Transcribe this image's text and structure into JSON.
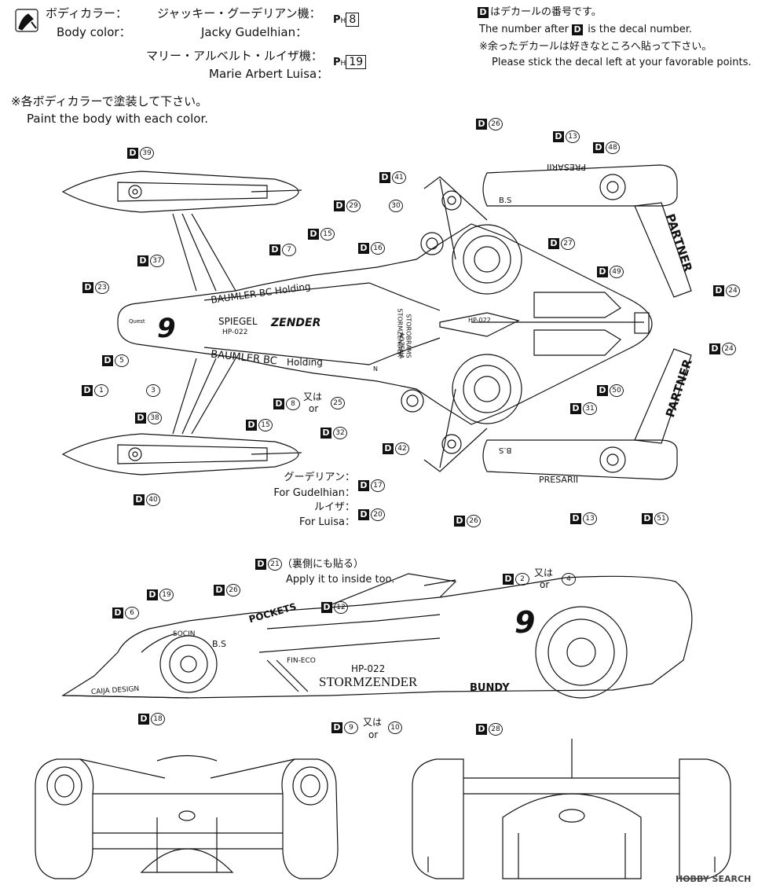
{
  "header": {
    "body_color_jp": "ボディカラー：",
    "body_color_en": "Body color：",
    "car1_jp": "ジャッキー・グーデリアン機：",
    "car1_en": "Jacky Gudelhian：",
    "car2_jp": "マリー・アルベルト・ルイザ機：",
    "car2_en": "Marie Arbert Luisa：",
    "ph_prefix": "P",
    "ph_sub": "H",
    "car1_color": "8",
    "car2_color": "19",
    "paint_note_jp": "※各ボディカラーで塗装して下さい。",
    "paint_note_en": "Paint the body with each color."
  },
  "legend": {
    "d_letter": "D",
    "line1_jp": "はデカールの番号です。",
    "line1_en_a": "The number after",
    "line1_en_b": "is the decal number.",
    "line2_jp": "※余ったデカールは好きなところへ貼って下さい。",
    "line2_en": "Please stick the decal left at your favorable points."
  },
  "car_text": {
    "baumler_top": "BAUMLER BC Holding",
    "baumler_bottom": "BAUMLER BC",
    "holding": "Holding",
    "spiegel": "SPIEGEL",
    "hp022": "HP-022",
    "zender": "ZENDER",
    "storobrams": "STOROBRAMS",
    "stormzender": "STORMZENDER",
    "aozena": "AOZENA",
    "partner": "PARTNER",
    "presarii": "PRESARII",
    "bs": "B.S",
    "nine": "9",
    "quest": "Quest",
    "pockets": "POCKETS",
    "fin_eco": "FIN-ECO",
    "socin": "SOCIN",
    "caija": "CAIJA DESIGN",
    "bundy": "BUNDY",
    "n": "N"
  },
  "decals_top": {
    "d39": "39",
    "d26a": "26",
    "d13a": "13",
    "d48": "48",
    "d41": "41",
    "d29": "29",
    "c30": "30",
    "d15a": "15",
    "d7": "7",
    "d16": "16",
    "d37": "37",
    "d27": "27",
    "d49": "49",
    "d23": "23",
    "d24a": "24",
    "d24b": "24",
    "d5": "5",
    "d1": "1",
    "c3": "3",
    "d38": "38",
    "d8": "8",
    "or_jp": "又は",
    "or_en": "or",
    "c25": "25",
    "d15b": "15",
    "d32": "32",
    "d31": "31",
    "d50": "50",
    "d42": "42",
    "d40": "40",
    "d26b": "26",
    "d13b": "13",
    "d51": "51",
    "gudelhian_jp": "グーデリアン：",
    "gudelhian_en": "For Gudelhian：",
    "d17": "17",
    "luisa_jp": "ルイザ：",
    "luisa_en": "For Luisa：",
    "d20": "20"
  },
  "decals_side": {
    "d21": "21",
    "d21_jp": "（裏側にも貼る）",
    "d21_en": "Apply it to inside too.",
    "d2": "2",
    "c4": "4",
    "or_jp": "又は",
    "or_en": "or",
    "d19": "19",
    "d26": "26",
    "d12": "12",
    "d6": "6",
    "d18": "18",
    "d9": "9",
    "c10": "10",
    "d28": "28"
  },
  "watermark": "HOBBY SEARCH"
}
